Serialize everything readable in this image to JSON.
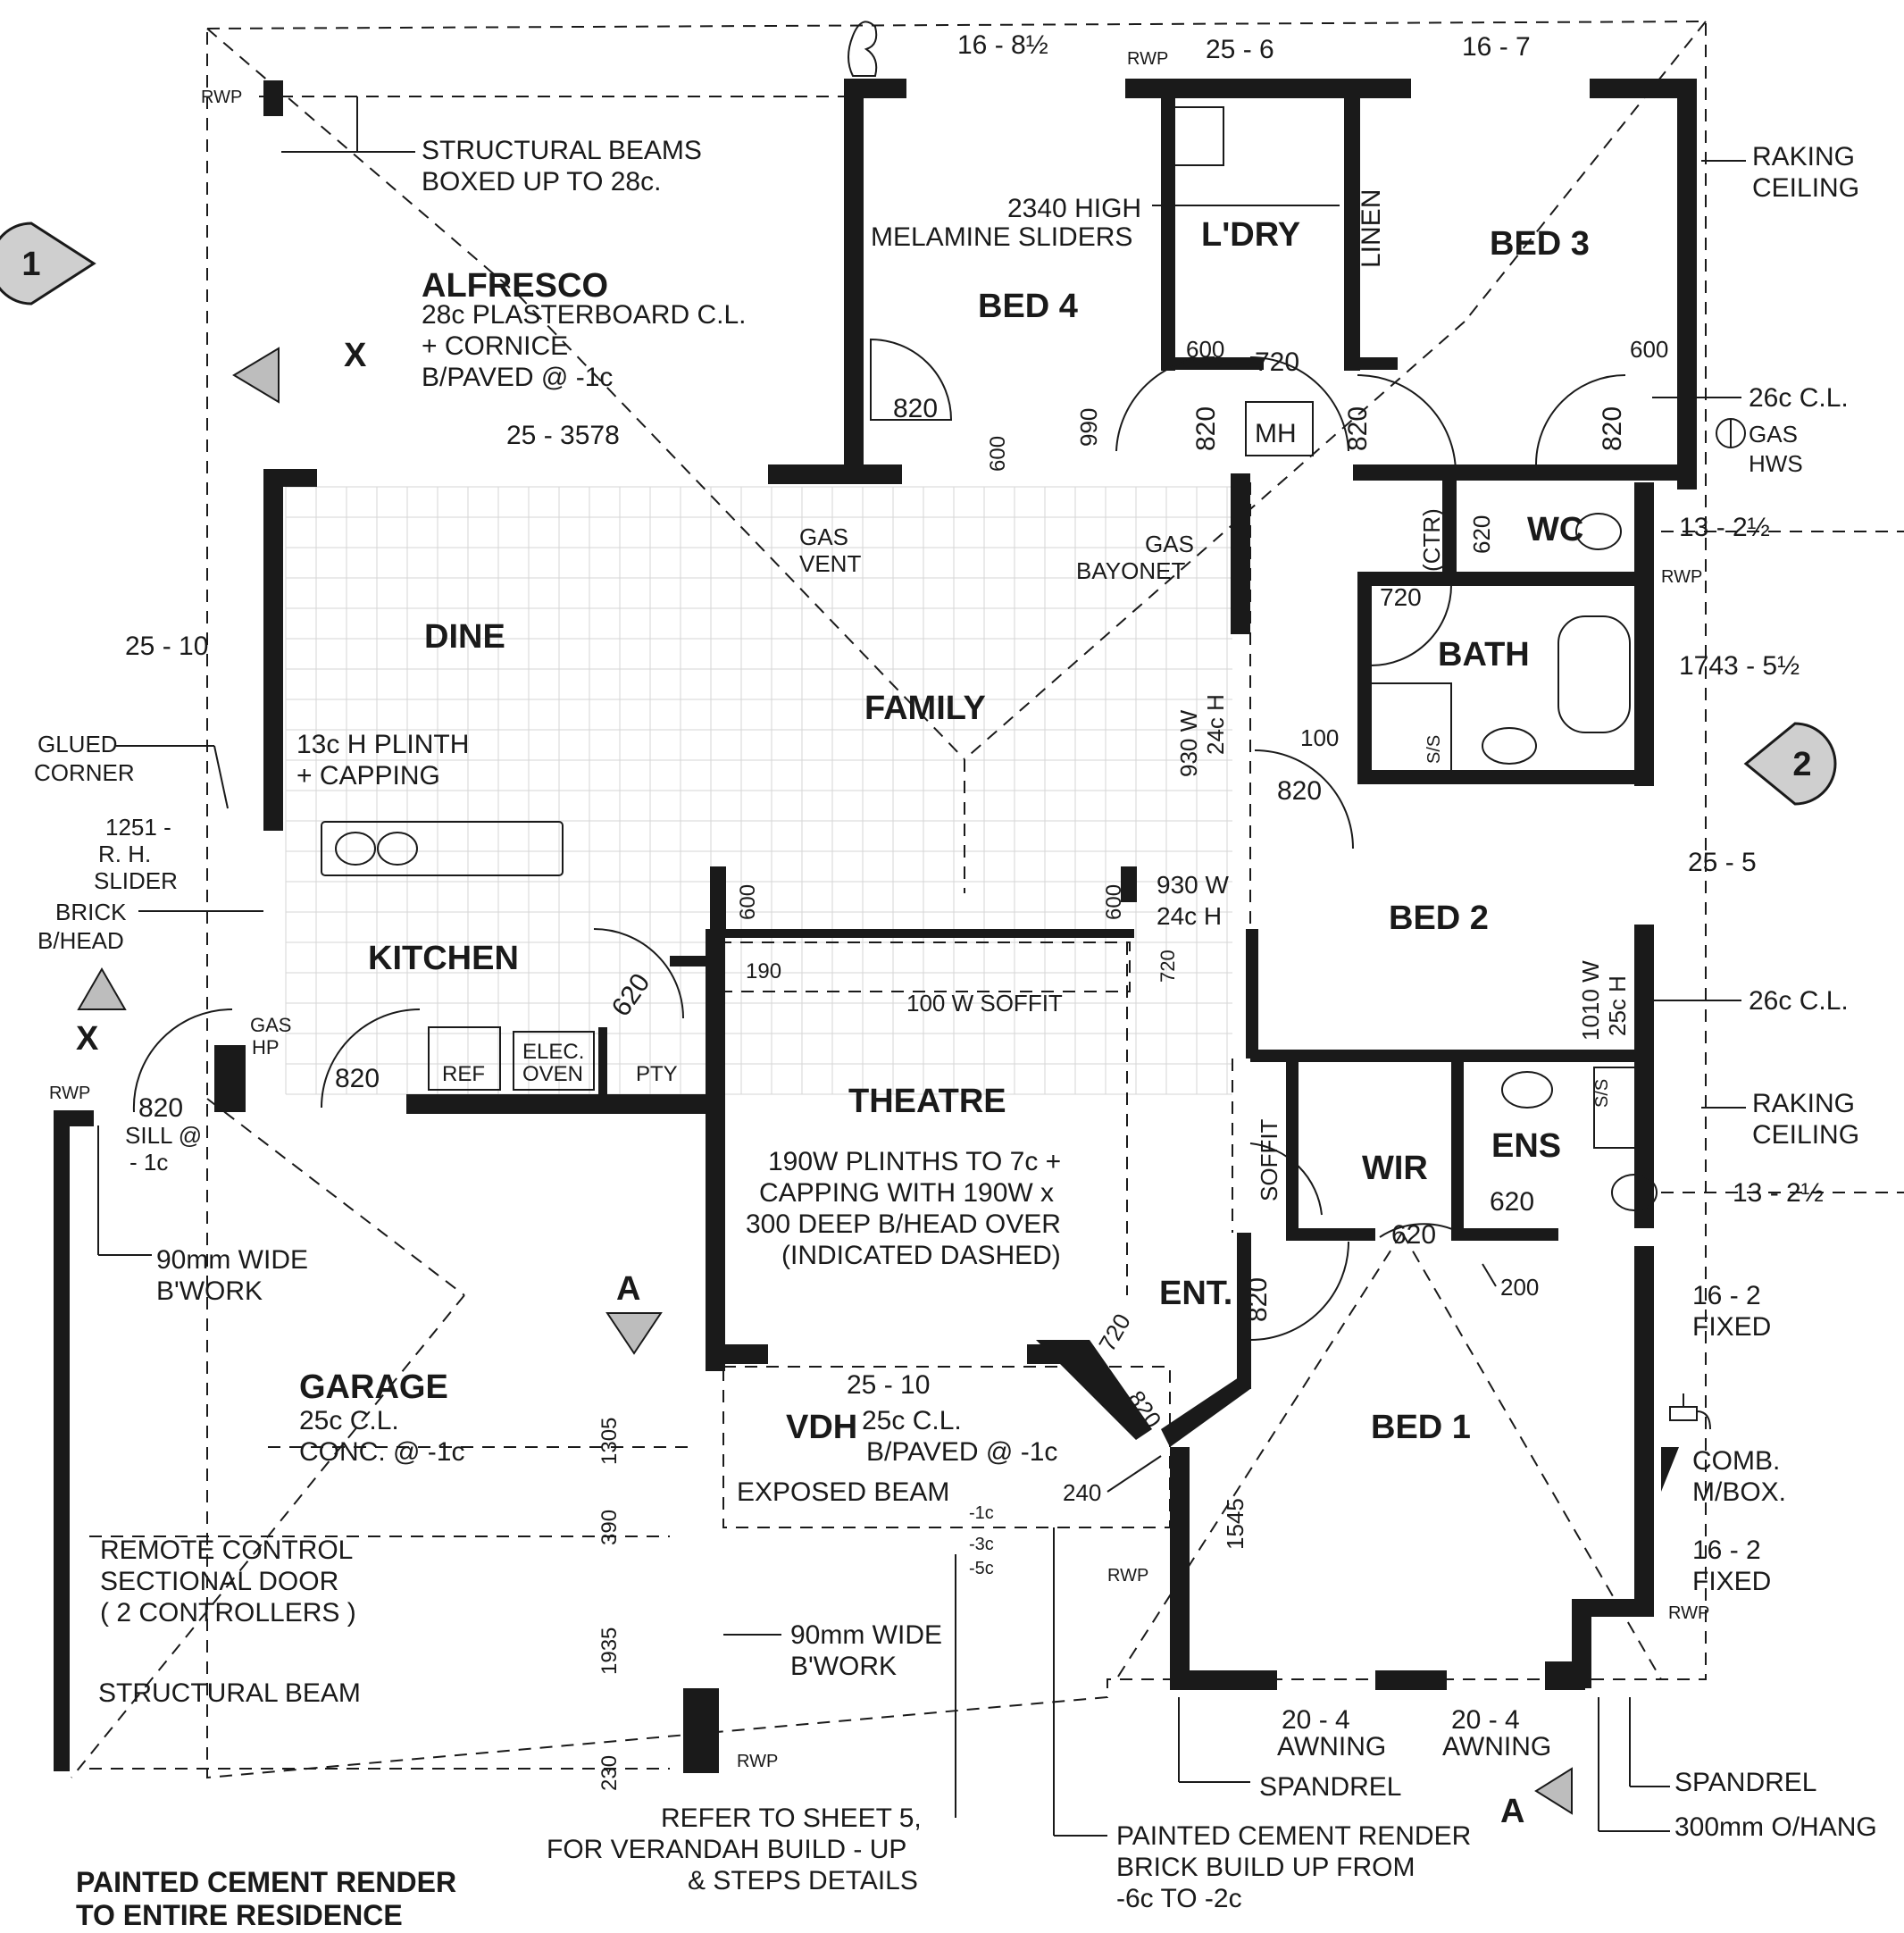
{
  "rooms": {
    "alfresco": "ALFRESCO",
    "alfresco_notes": [
      "28c PLASTERBOARD C.L.",
      "+ CORNICE",
      "B/PAVED @ -1c"
    ],
    "bed4": "BED 4",
    "laundry": "L'DRY",
    "linen": "LINEN",
    "bed3": "BED 3",
    "dine": "DINE",
    "family": "FAMILY",
    "wc": "WC",
    "bath": "BATH",
    "kitchen": "KITCHEN",
    "bed2": "BED 2",
    "theatre": "THEATRE",
    "theatre_notes": [
      "190W PLINTHS TO 7c +",
      "CAPPING WITH 190W x",
      "300 DEEP B/HEAD OVER",
      "(INDICATED DASHED)"
    ],
    "wir": "WIR",
    "ens": "ENS",
    "ent": "ENT.",
    "garage": "GARAGE",
    "garage_notes": [
      "25c C.L.",
      "CONC. @ -1c"
    ],
    "vdh": "VDH",
    "vdh_notes": [
      "25c C.L.",
      "B/PAVED @ -1c"
    ],
    "bed1": "BED 1",
    "mh": "MH",
    "ref": "REF",
    "elec_oven": [
      "ELEC.",
      "OVEN"
    ],
    "pty": "PTY",
    "gas_hp": [
      "GAS",
      "HP"
    ]
  },
  "dimensions": {
    "top_1": "16 - 8½",
    "top_2": "25 - 6",
    "top_3": "16 - 7",
    "alfresco_door": "25 - 3578",
    "left_side": "25 - 10",
    "right_1": "13 - 2½",
    "right_2": "1743 - 5½",
    "right_3": "25 - 5",
    "right_4": "13 - 2½",
    "right_5": [
      "16 - 2",
      "FIXED"
    ],
    "right_6": [
      "16 - 2",
      "FIXED"
    ],
    "vdh_width": "25 - 10",
    "awning_1": [
      "20 - 4",
      "AWNING"
    ],
    "awning_2": [
      "20 - 4",
      "AWNING"
    ],
    "garage_side": [
      "1305",
      "390",
      "1935",
      "230"
    ],
    "bed1_side": "1545",
    "door_820_a": "820",
    "door_820_b": "820",
    "door_820_c": "820",
    "door_820_d": "820",
    "door_820_e": "820",
    "door_820_f": "820",
    "door_820_g": "820",
    "door_820_h": "820",
    "door_820_i": "820",
    "door_600_a": "600",
    "door_600_b": "600",
    "door_600_c": "600",
    "door_600_d": "600",
    "door_600_e": "600",
    "door_720_a": "720",
    "door_720_b": "720",
    "door_720_c": "720",
    "door_720_d": "720",
    "door_620_a": "620",
    "door_620_b": "620",
    "door_620_c": "620",
    "door_620_d": "620",
    "door_990": "990",
    "door_100": "100",
    "door_190": "190",
    "door_200": "200",
    "door_240": "240",
    "ctr": "(CTR)",
    "opening_930_a": [
      "930 W",
      "24c H"
    ],
    "opening_930_b": [
      "930 W",
      "24c H"
    ],
    "opening_1010": [
      "1010 W",
      "25c H"
    ]
  },
  "notes": {
    "structural_beams": [
      "STRUCTURAL BEAMS",
      "BOXED UP TO 28c."
    ],
    "sliders": [
      "2340 HIGH",
      "MELAMINE SLIDERS"
    ],
    "raking_1": [
      "RAKING",
      "CEILING"
    ],
    "raking_2": [
      "RAKING",
      "CEILING"
    ],
    "cl_26_a": "26c C.L.",
    "cl_26_b": "26c C.L.",
    "gas_hws": [
      "GAS",
      "HWS"
    ],
    "gas_vent": [
      "GAS",
      "VENT"
    ],
    "gas_bayonet": [
      "GAS",
      "BAYONET"
    ],
    "glued_corner": [
      "GLUED",
      "CORNER"
    ],
    "plinth": [
      "13c H PLINTH",
      "+ CAPPING"
    ],
    "slider": [
      "1251 -",
      "R. H.",
      "SLIDER"
    ],
    "brick_bhead": [
      "BRICK",
      "B/HEAD"
    ],
    "soffit_100": "100 W SOFFIT",
    "soffit": "SOFFIT",
    "sill": [
      "SILL @",
      "- 1c"
    ],
    "brickwork_1": [
      "90mm WIDE",
      "B'WORK"
    ],
    "brickwork_2": [
      "90mm WIDE",
      "B'WORK"
    ],
    "exposed_beam": "EXPOSED BEAM",
    "remote_door": [
      "REMOTE CONTROL",
      "SECTIONAL DOOR",
      "( 2 CONTROLLERS )"
    ],
    "structural_beam": "STRUCTURAL BEAM",
    "comb_box": [
      "COMB.",
      "M/BOX."
    ],
    "spandrel_1": "SPANDREL",
    "spandrel_2": "SPANDREL",
    "overhang": "300mm O/HANG",
    "verandah_ref": [
      "REFER TO SHEET 5,",
      "FOR VERANDAH BUILD - UP",
      "& STEPS DETAILS"
    ],
    "render_buildup": [
      "PAINTED CEMENT RENDER",
      "BRICK BUILD UP FROM",
      "-6c TO -2c"
    ],
    "render_all": [
      "PAINTED CEMENT RENDER",
      "TO ENTIRE RESIDENCE"
    ],
    "levels": [
      "-1c",
      "-3c",
      "-5c"
    ],
    "ss_a": "S/S",
    "ss_b": "S/S",
    "rwp": "RWP"
  },
  "markers": {
    "elevation_1": "1",
    "elevation_2": "2",
    "section_x_top": "X",
    "section_x_left": "X",
    "section_a_top": "A",
    "section_a_bottom": "A"
  }
}
